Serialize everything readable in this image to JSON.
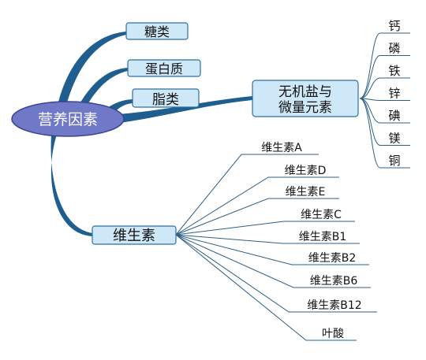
{
  "root": {
    "label": "营养因素"
  },
  "branches": [
    {
      "id": "sugar",
      "label": "糖类"
    },
    {
      "id": "protein",
      "label": "蛋白质"
    },
    {
      "id": "fat",
      "label": "脂类"
    },
    {
      "id": "minerals",
      "label": "无机盐与微量元素",
      "label_lines": [
        "无机盐与",
        "微量元素"
      ],
      "children": [
        "钙",
        "磷",
        "铁",
        "锌",
        "碘",
        "镁",
        "铜"
      ]
    },
    {
      "id": "vitamins",
      "label": "维生素",
      "children": [
        "维生素A",
        "维生素D",
        "维生素E",
        "维生素C",
        "维生素B1",
        "维生素B2",
        "维生素B6",
        "维生素B12",
        "叶酸"
      ]
    }
  ],
  "colors": {
    "root_fill": "#7078c8",
    "root_stroke": "#3b4390",
    "node_fill": "#cfe8f8",
    "node_stroke": "#2f6f9f",
    "branch": "#1f5f8f",
    "leaf_line": "#2d5f86"
  }
}
